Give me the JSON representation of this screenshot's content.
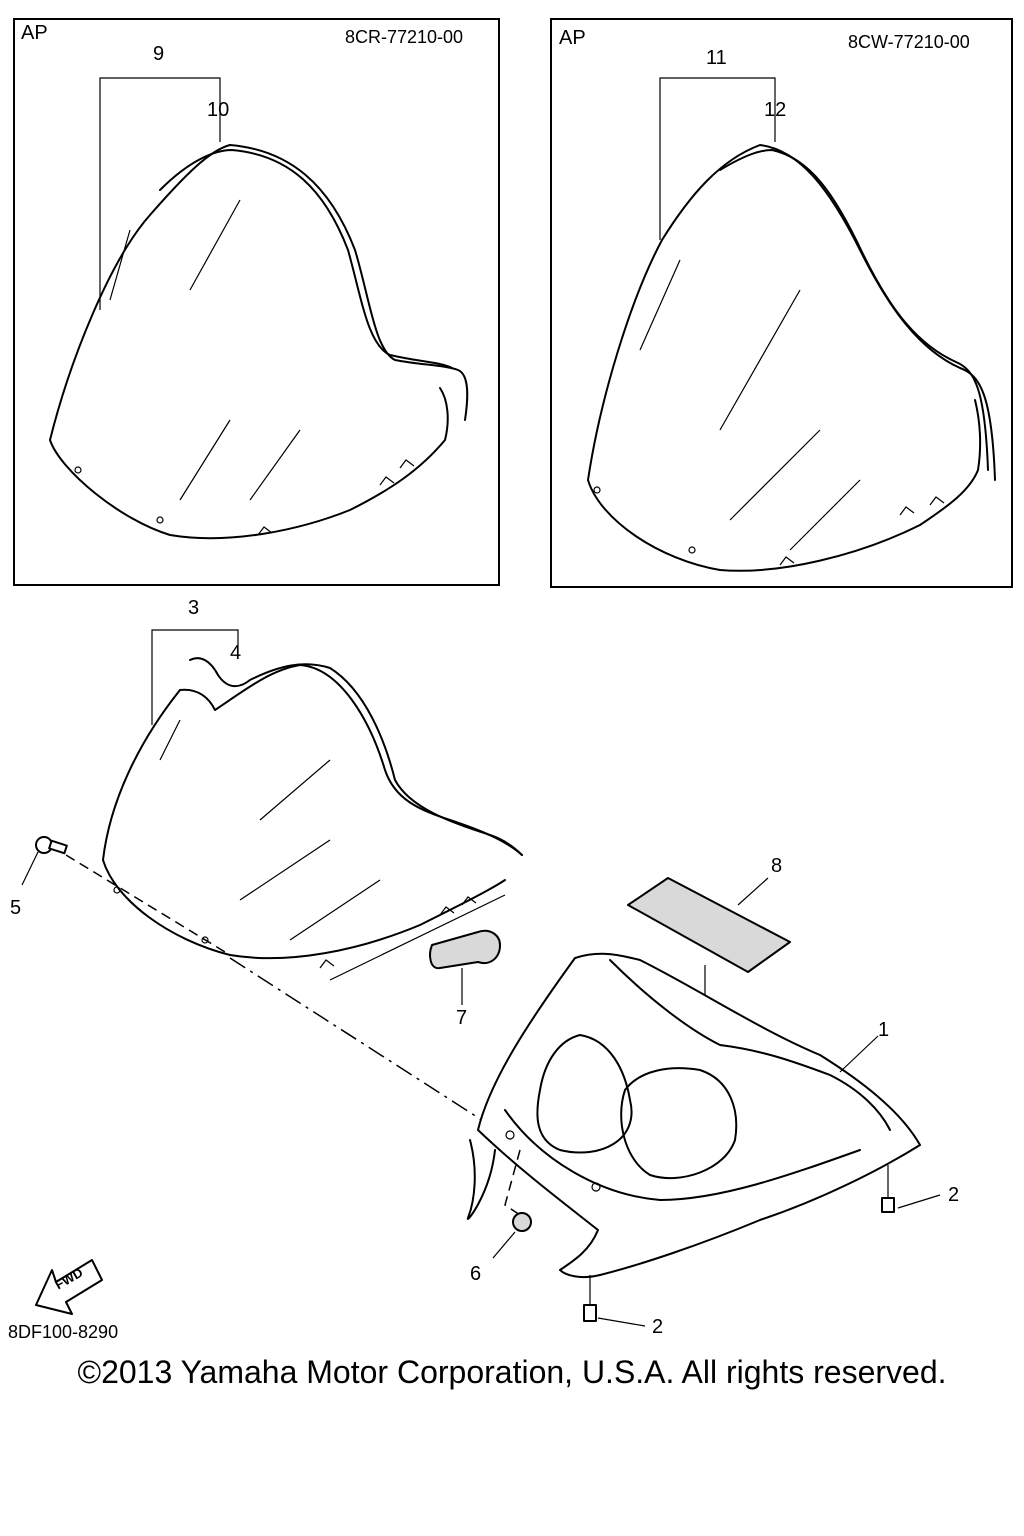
{
  "insets": [
    {
      "tag": "AP",
      "part_number": "8CR-77210-00",
      "group_callout": "9",
      "part_callout": "10"
    },
    {
      "tag": "AP",
      "part_number": "8CW-77210-00",
      "group_callout": "11",
      "part_callout": "12"
    }
  ],
  "callouts": {
    "windshield_assembly": "3",
    "windshield_trim": "4",
    "bolt_front": "5",
    "bracket": "7",
    "pad": "8",
    "cowling": "1",
    "bolt_right": "2",
    "bolt_bottom": "2",
    "grommet": "6"
  },
  "fwd_arrow_text": "FWD",
  "diagram_code": "8DF100-8290",
  "copyright": "©2013 Yamaha Motor Corporation, U.S.A. All rights reserved."
}
